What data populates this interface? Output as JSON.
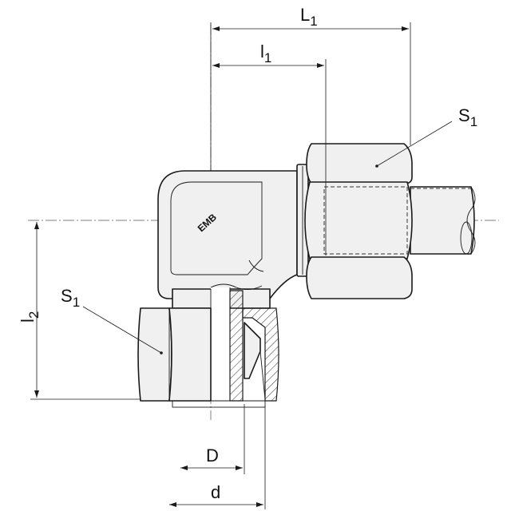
{
  "labels": {
    "L1": {
      "main": "L",
      "sub": "1"
    },
    "l1": {
      "main": "l",
      "sub": "1"
    },
    "l2": {
      "main": "l",
      "sub": "2"
    },
    "S1_right": {
      "main": "S",
      "sub": "1"
    },
    "S1_left": {
      "main": "S",
      "sub": "1"
    },
    "D": "D",
    "d": "d"
  },
  "logo": "EMB"
}
